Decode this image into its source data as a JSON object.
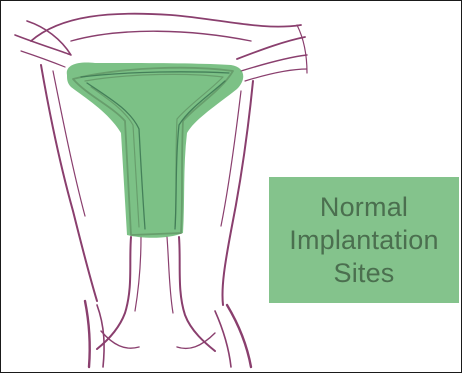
{
  "figure": {
    "label_lines": [
      "Normal",
      "Implantation",
      "Sites"
    ],
    "colors": {
      "outline": "#8a3f6e",
      "highlight_fill": "#5fb36b",
      "label_box": "#84c38c",
      "label_text": "#4b6f4f",
      "border": "#1a1a1a"
    }
  }
}
